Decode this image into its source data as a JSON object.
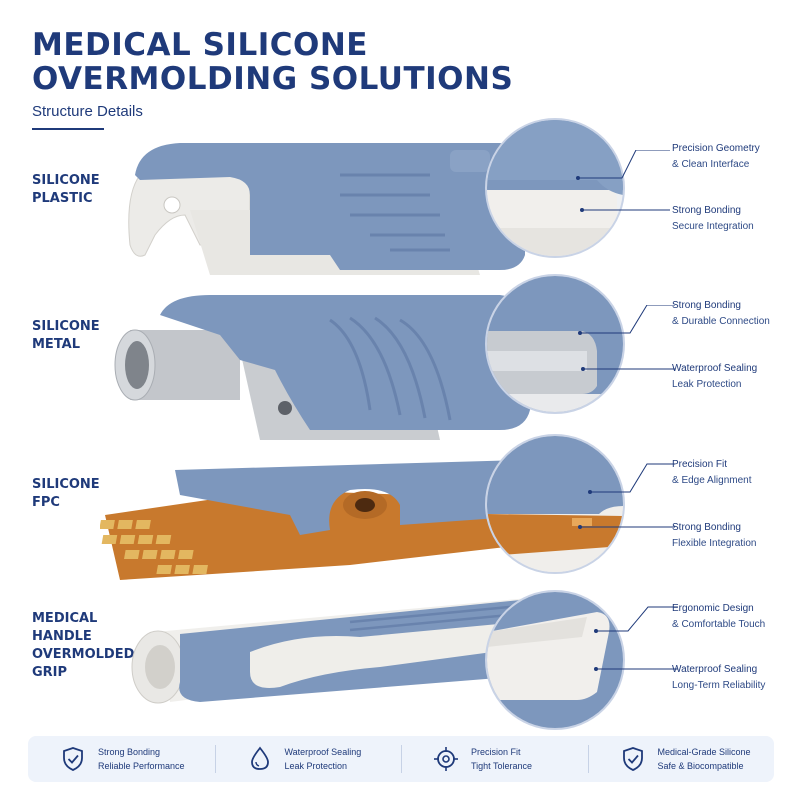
{
  "header": {
    "title_line1": "MEDICAL SILICONE",
    "title_line2": "OVERMOLDING SOLUTIONS",
    "subtitle": "Structure Details"
  },
  "rows": [
    {
      "label_lines": [
        "SILICONE",
        "PLASTIC"
      ],
      "notes": [
        {
          "line1": "Precision Geometry",
          "line2": "& Clean Interface"
        },
        {
          "line1": "Strong Bonding",
          "line2": "Secure Integration"
        }
      ]
    },
    {
      "label_lines": [
        "SILICONE",
        "METAL"
      ],
      "notes": [
        {
          "line1": "Strong Bonding",
          "line2": "& Durable Connection"
        },
        {
          "line1": "Waterproof Sealing",
          "line2": "Leak Protection"
        }
      ]
    },
    {
      "label_lines": [
        "SILICONE",
        "FPC"
      ],
      "notes": [
        {
          "line1": "Precision Fit",
          "line2": "& Edge Alignment"
        },
        {
          "line1": "Strong Bonding",
          "line2": "Flexible Integration"
        }
      ]
    },
    {
      "label_lines": [
        "MEDICAL",
        "HANDLE",
        "OVERMOLDED",
        "GRIP"
      ],
      "notes": [
        {
          "line1": "Ergonomic Design",
          "line2": "& Comfortable Touch"
        },
        {
          "line1": "Waterproof Sealing",
          "line2": "Long-Term Reliability"
        }
      ]
    }
  ],
  "features": [
    {
      "icon": "shield-check-icon",
      "line1": "Strong Bonding",
      "line2": "Reliable Performance"
    },
    {
      "icon": "water-drop-icon",
      "line1": "Waterproof Sealing",
      "line2": "Leak Protection"
    },
    {
      "icon": "target-icon",
      "line1": "Precision Fit",
      "line2": "Tight Tolerance"
    },
    {
      "icon": "shield-check-icon",
      "line1": "Medical-Grade Silicone",
      "line2": "Safe & Biocompatible"
    }
  ],
  "colors": {
    "navy": "#1f3a7a",
    "silicone_blue": "#7d97bd",
    "plastic_white": "#eceae6",
    "metal_steel": "#bfc3c8",
    "fpc_copper": "#c8792d",
    "gold_pad": "#e3b760"
  }
}
